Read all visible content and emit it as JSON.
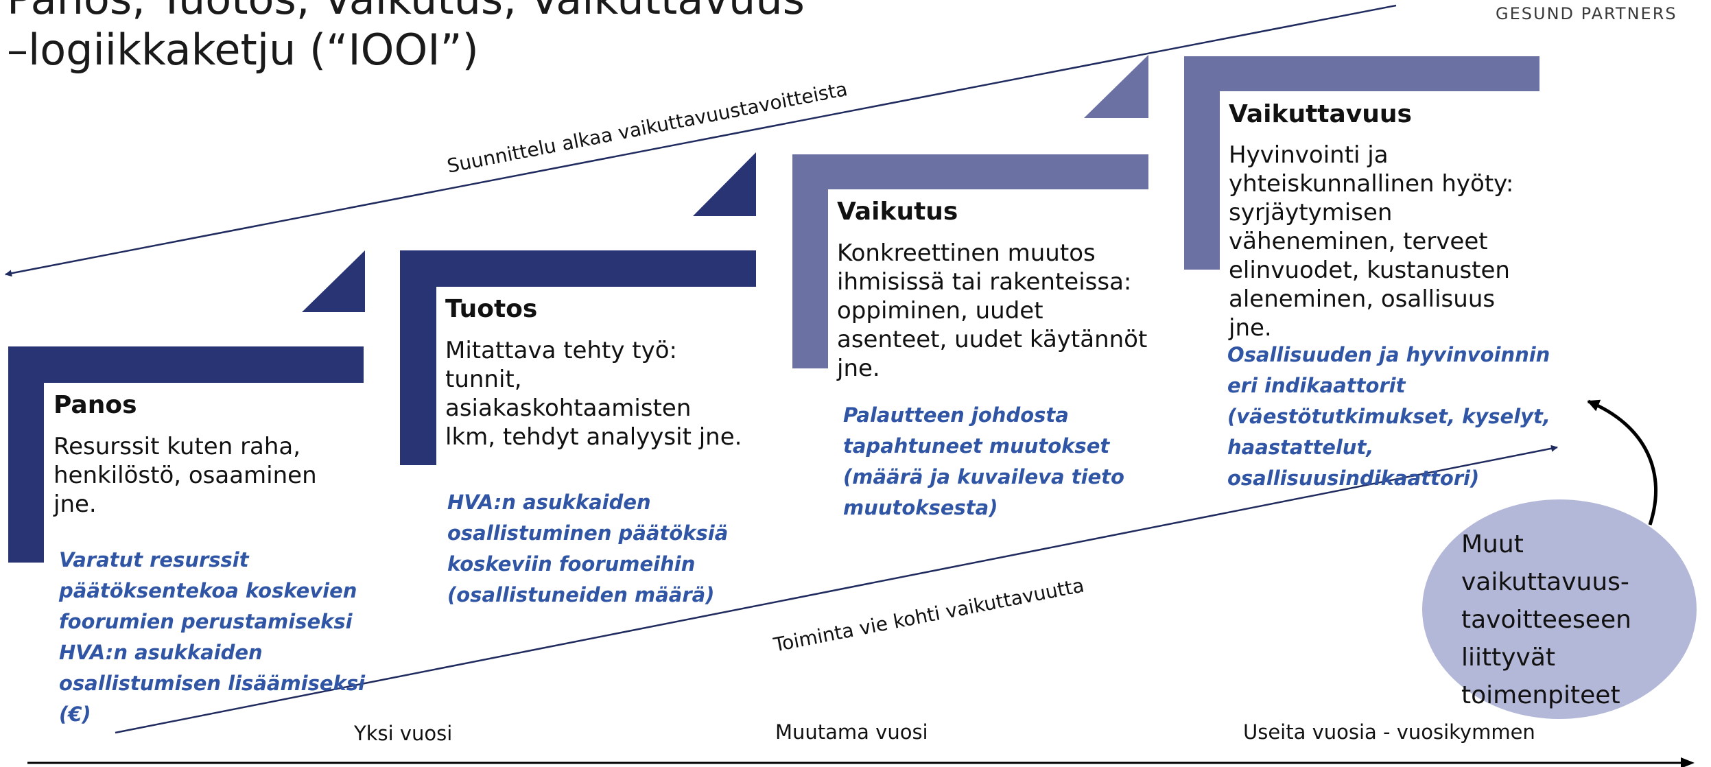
{
  "title": "Panos, Tuotos, Vaikutus, Vaikuttavuus –logiikkaketju (“IOOI”)",
  "brand": "GESUND PARTNERS",
  "planning_label": "Suunnittelu alkaa vaikuttavuustavoitteista",
  "action_label": "Toiminta vie kohti vaikuttavuutta",
  "stages": [
    {
      "heading": "Panos",
      "description": "Resurssit kuten raha, henkilöstö, osaaminen jne.",
      "indicator": "Varatut resurssit päätöksentekoa koskevien foorumien perustamiseksi HVA:n asukkaiden osallistumisen lisäämiseksi (€)",
      "color": "#283474"
    },
    {
      "heading": "Tuotos",
      "description": "Mitattava tehty työ: tunnit, asiakaskohtaamisten lkm, tehdyt analyysit jne.",
      "indicator": "HVA:n asukkaiden osallistuminen päätöksiä koskeviin foorumeihin (osallistuneiden määrä)",
      "color": "#283474"
    },
    {
      "heading": "Vaikutus",
      "description": "Konkreettinen muutos ihmisissä tai rakenteissa: oppiminen, uudet asenteet, uudet käytännöt jne.",
      "indicator": "Palautteen johdosta tapahtuneet muutokset (määrä ja kuvaileva tieto muutoksesta)",
      "color": "#6b72a3"
    },
    {
      "heading": "Vaikuttavuus",
      "description": "Hyvinvointi ja yhteiskunnallinen hyöty: syrjäytymisen väheneminen, terveet elinvuodet, kustanusten aleneminen, osallisuus jne.",
      "indicator": "Osallisuuden ja hyvinvoinnin eri indikaattorit (väestötutkimukset, kyselyt, haastattelut, osallisuusindikaattori)",
      "color": "#6b72a3"
    }
  ],
  "circle_text": "Muut vaikuttavuus-tavoitteeseen liittyvät toimenpiteet",
  "circle_color": "#b4b8d8",
  "timeline": [
    "Yksi vuosi",
    "Muutama vuosi",
    "Useita vuosia - vuosikymmen"
  ],
  "text_color_indicator": "#2f55a4"
}
